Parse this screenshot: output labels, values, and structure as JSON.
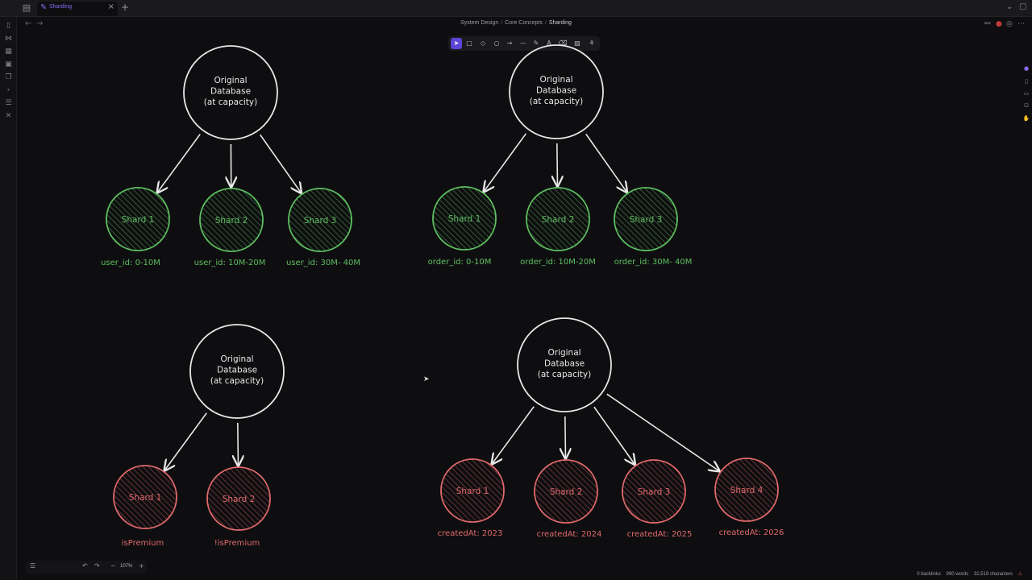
{
  "tab": {
    "label": "Sharding",
    "close": "×",
    "new": "+"
  },
  "breadcrumb": {
    "part1": "System Design",
    "part2": "Core Concepts",
    "current": "Sharding",
    "sep": "/"
  },
  "colors": {
    "accent": "#8b6cf7",
    "green": "#5fbf61",
    "red": "#e0696c",
    "white": "#e8e8e8"
  },
  "diagrams": [
    {
      "db": [
        "Original",
        "Database",
        "(at capacity)"
      ],
      "shards": [
        {
          "label": "Shard 1",
          "caption": "user_id: 0-10M"
        },
        {
          "label": "Shard 2",
          "caption": "user_id: 10M-20M"
        },
        {
          "label": "Shard 3",
          "caption": "user_id: 30M- 40M"
        }
      ]
    },
    {
      "db": [
        "Original",
        "Database",
        "(at capacity)"
      ],
      "shards": [
        {
          "label": "Shard 1",
          "caption": "order_id: 0-10M"
        },
        {
          "label": "Shard 2",
          "caption": "order_id: 10M-20M"
        },
        {
          "label": "Shard 3",
          "caption": "order_id: 30M- 40M"
        }
      ]
    },
    {
      "db": [
        "Original",
        "Database",
        "(at capacity)"
      ],
      "shards": [
        {
          "label": "Shard 1",
          "caption": "isPremium"
        },
        {
          "label": "Shard 2",
          "caption": "!isPremium"
        }
      ]
    },
    {
      "db": [
        "Original",
        "Database",
        "(at capacity)"
      ],
      "shards": [
        {
          "label": "Shard 1",
          "caption": "createdAt: 2023"
        },
        {
          "label": "Shard 2",
          "caption": "createdAt: 2024"
        },
        {
          "label": "Shard 3",
          "caption": "createdAt: 2025"
        },
        {
          "label": "Shard 4",
          "caption": "createdAt: 2026"
        }
      ]
    }
  ],
  "zoom": "107%",
  "status": {
    "backlinks": "0 backlinks",
    "words": "990 words",
    "characters": "32,519 characters"
  }
}
